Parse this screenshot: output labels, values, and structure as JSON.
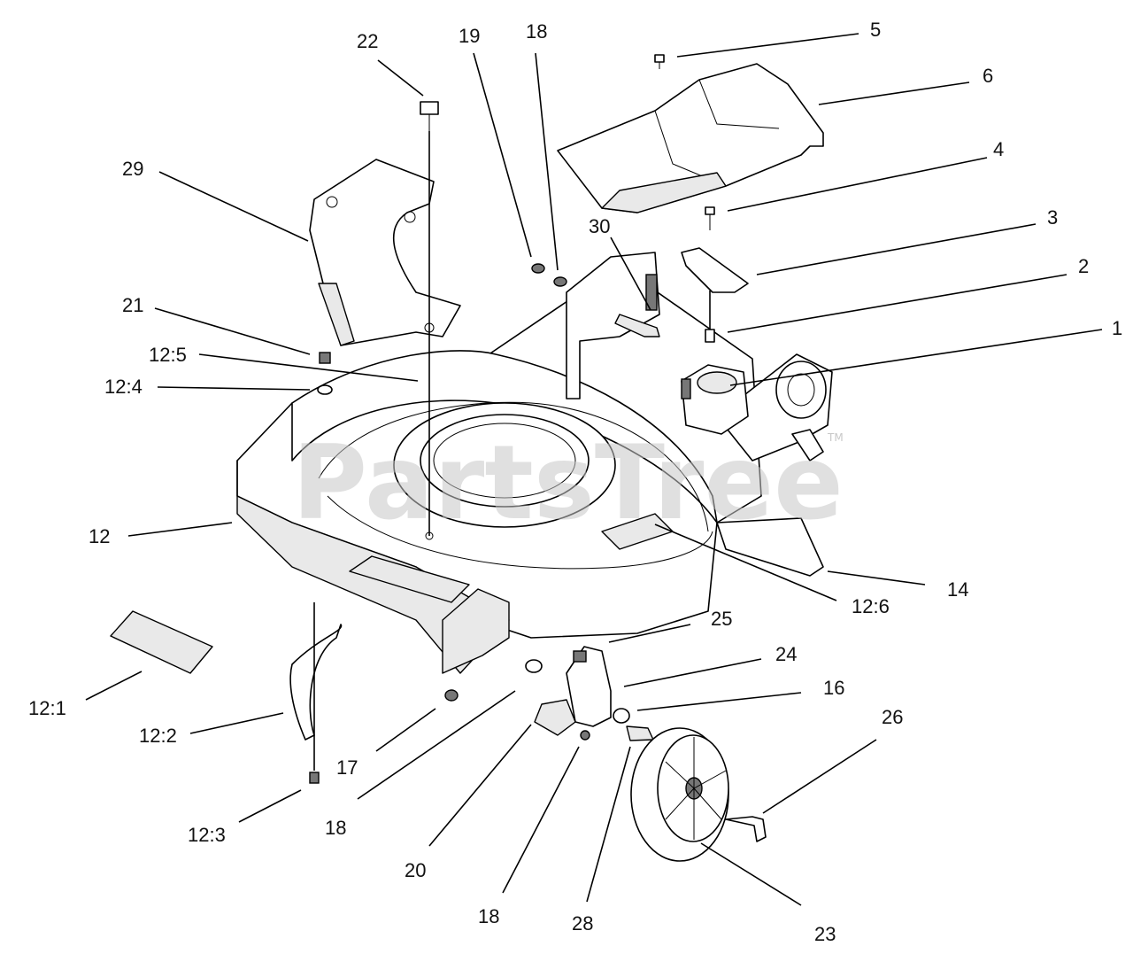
{
  "watermark": {
    "text": "PartsTree",
    "trademark": "TM"
  },
  "callouts": [
    {
      "id": "c22",
      "label": "22"
    },
    {
      "id": "c19",
      "label": "19"
    },
    {
      "id": "c18a",
      "label": "18"
    },
    {
      "id": "c5",
      "label": "5"
    },
    {
      "id": "c6",
      "label": "6"
    },
    {
      "id": "c29",
      "label": "29"
    },
    {
      "id": "c4",
      "label": "4"
    },
    {
      "id": "c30",
      "label": "30"
    },
    {
      "id": "c3",
      "label": "3"
    },
    {
      "id": "c2",
      "label": "2"
    },
    {
      "id": "c21",
      "label": "21"
    },
    {
      "id": "c1",
      "label": "1"
    },
    {
      "id": "c125",
      "label": "12:5"
    },
    {
      "id": "c124",
      "label": "12:4"
    },
    {
      "id": "c12",
      "label": "12"
    },
    {
      "id": "c14",
      "label": "14"
    },
    {
      "id": "c126",
      "label": "12:6"
    },
    {
      "id": "c25",
      "label": "25"
    },
    {
      "id": "c24",
      "label": "24"
    },
    {
      "id": "c16",
      "label": "16"
    },
    {
      "id": "c121",
      "label": "12:1"
    },
    {
      "id": "c26",
      "label": "26"
    },
    {
      "id": "c122",
      "label": "12:2"
    },
    {
      "id": "c17",
      "label": "17"
    },
    {
      "id": "c123",
      "label": "12:3"
    },
    {
      "id": "c18b",
      "label": "18"
    },
    {
      "id": "c20",
      "label": "20"
    },
    {
      "id": "c18c",
      "label": "18"
    },
    {
      "id": "c28",
      "label": "28"
    },
    {
      "id": "c23",
      "label": "23"
    }
  ]
}
